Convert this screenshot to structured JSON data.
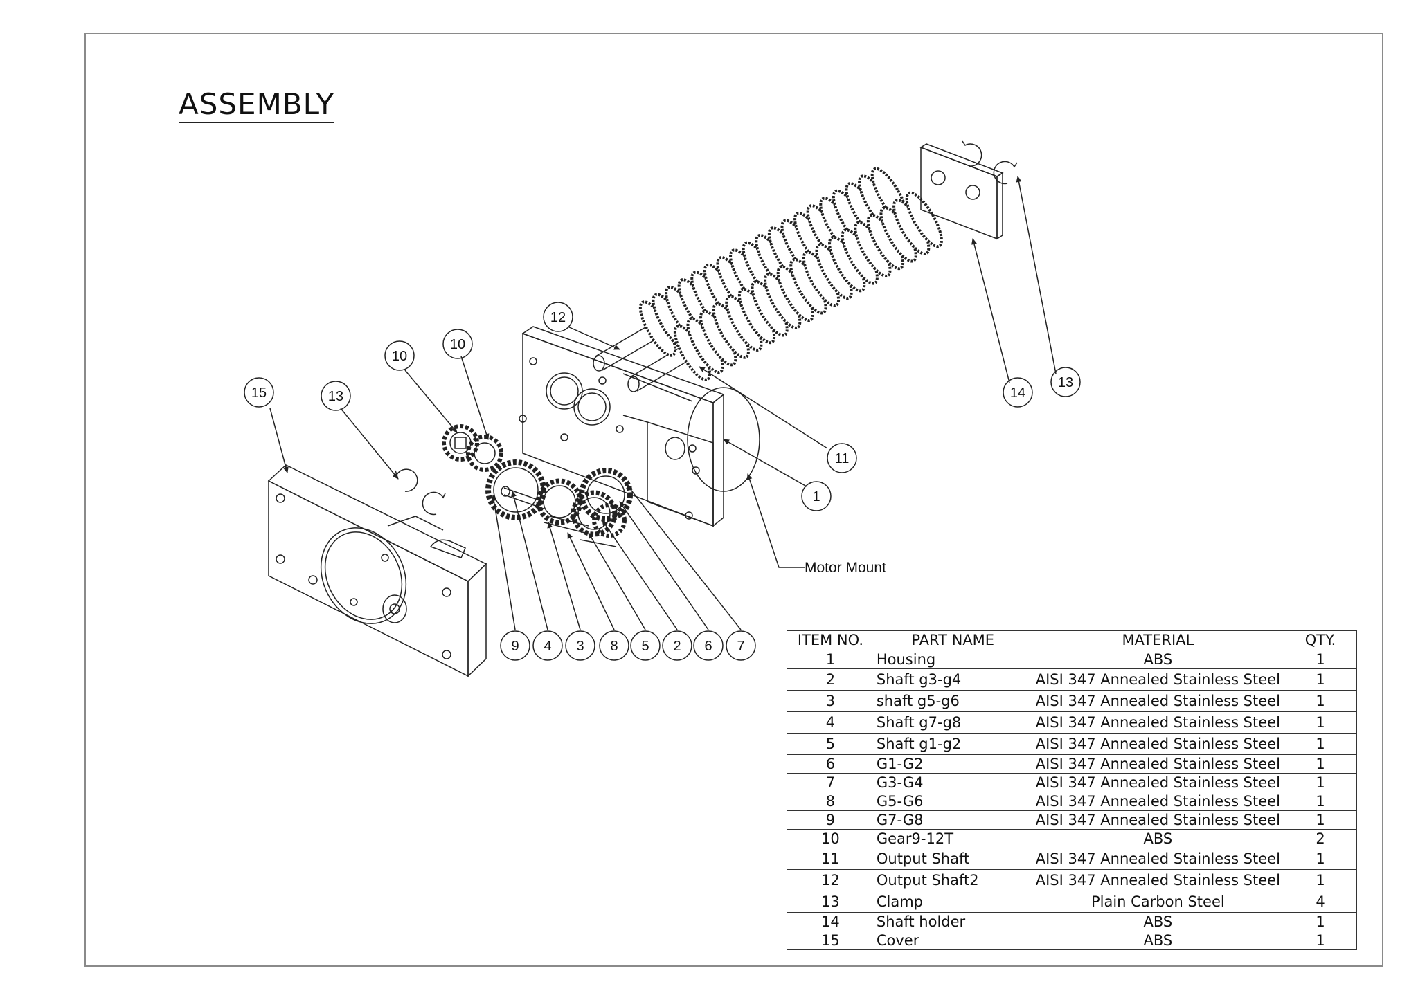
{
  "title": "ASSEMBLY",
  "motor_mount_label": "Motor Mount",
  "balloons": {
    "b15": "15",
    "b13a": "13",
    "b10a": "10",
    "b10b": "10",
    "b12": "12",
    "b11": "11",
    "b1": "1",
    "b14": "14",
    "b13b": "13",
    "b9": "9",
    "b4": "4",
    "b3": "3",
    "b8": "8",
    "b5": "5",
    "b2": "2",
    "b6": "6",
    "b7": "7"
  },
  "bom": {
    "headers": {
      "item": "ITEM NO.",
      "part": "PART NAME",
      "material": "MATERIAL",
      "qty": "QTY."
    },
    "rows": [
      {
        "item": "1",
        "part": "Housing",
        "material": "ABS",
        "qty": "1"
      },
      {
        "item": "2",
        "part": "Shaft g3-g4",
        "material": "AISI 347 Annealed Stainless Steel",
        "qty": "1"
      },
      {
        "item": "3",
        "part": "shaft g5-g6",
        "material": "AISI 347 Annealed Stainless Steel",
        "qty": "1"
      },
      {
        "item": "4",
        "part": "Shaft g7-g8",
        "material": "AISI 347 Annealed Stainless Steel",
        "qty": "1"
      },
      {
        "item": "5",
        "part": "Shaft g1-g2",
        "material": "AISI 347 Annealed Stainless Steel",
        "qty": "1"
      },
      {
        "item": "6",
        "part": "G1-G2",
        "material": "AISI 347 Annealed Stainless Steel",
        "qty": "1"
      },
      {
        "item": "7",
        "part": "G3-G4",
        "material": "AISI 347 Annealed Stainless Steel",
        "qty": "1"
      },
      {
        "item": "8",
        "part": "G5-G6",
        "material": "AISI 347 Annealed Stainless Steel",
        "qty": "1"
      },
      {
        "item": "9",
        "part": "G7-G8",
        "material": "AISI 347 Annealed Stainless Steel",
        "qty": "1"
      },
      {
        "item": "10",
        "part": "Gear9-12T",
        "material": "ABS",
        "qty": "2"
      },
      {
        "item": "11",
        "part": "Output Shaft",
        "material": "AISI 347 Annealed Stainless Steel",
        "qty": "1"
      },
      {
        "item": "12",
        "part": "Output Shaft2",
        "material": "AISI 347 Annealed Stainless Steel",
        "qty": "1"
      },
      {
        "item": "13",
        "part": "Clamp",
        "material": "Plain Carbon Steel",
        "qty": "4"
      },
      {
        "item": "14",
        "part": "Shaft holder",
        "material": "ABS",
        "qty": "1"
      },
      {
        "item": "15",
        "part": "Cover",
        "material": "ABS",
        "qty": "1"
      }
    ]
  }
}
